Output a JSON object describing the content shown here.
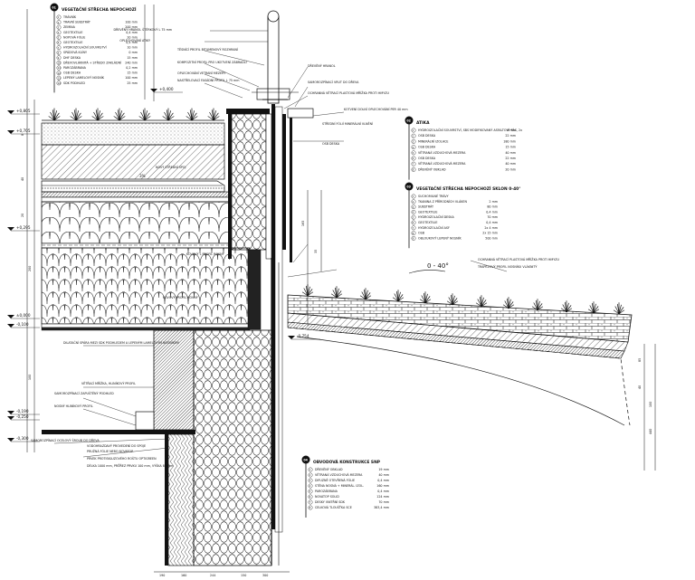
{
  "drawing": {
    "levels": [
      "+0,805",
      "+0,705",
      "+0,295",
      "±0,000",
      "-0,100",
      "-0,190",
      "-0,250",
      "-0,300",
      "-0,754",
      "+0,400"
    ],
    "angle_label": "0 - 40°",
    "slope_label": "3%",
    "panel_roof_flat": {
      "badge": "01",
      "title": "VEGETAČNÍ STŘECHA NEPOCHOZÍ",
      "layers": [
        {
          "name": "TRÁVNÍK",
          "value": ""
        },
        {
          "name": "TRAVNÍ SUBSTRÁT",
          "value": "100 mm"
        },
        {
          "name": "ZEMINA",
          "value": "200 mm"
        },
        {
          "name": "GEOTEXTILIE",
          "value": "0,4 mm"
        },
        {
          "name": "NOPOVÁ FÓLIE",
          "value": "20 mm"
        },
        {
          "name": "GEOTEXTILIE",
          "value": "0,4 mm"
        },
        {
          "name": "HYDROIZOLAČNÍ SOUVRSTVÍ",
          "value": "10 mm"
        },
        {
          "name": "SPÁDOVÁ KLÍNY",
          "value": "0 mm"
        },
        {
          "name": "DHF DESKA",
          "value": "15 mm"
        },
        {
          "name": "DŘEVOVLÁKNITÁ + STŘEDO ZAKLÁDNÍ",
          "value": "240 mm"
        },
        {
          "name": "PAROZÁBRANA",
          "value": "0,2 mm"
        },
        {
          "name": "OSB DESKA",
          "value": "15 mm"
        },
        {
          "name": "LEPENÝ LAMELOVÝ NOSNÍK",
          "value": "100 mm"
        },
        {
          "name": "SDK PODHLED",
          "value": "25 mm"
        }
      ]
    },
    "panel_attic": {
      "badge": "02",
      "title": "ATIKA",
      "layers": [
        {
          "name": "HYDROIZOLAČNÍ SOUVRSTVÍ, SBS MODIFIKOVANÝ ASFALTOVÝ PÁS, 2x",
          "value": "8 mm"
        },
        {
          "name": "OSB DESKA",
          "value": "22 mm"
        },
        {
          "name": "MINERÁLNÍ IZOLACE",
          "value": "180 mm"
        },
        {
          "name": "OSB DESKA",
          "value": "15 mm"
        },
        {
          "name": "VĚTRANÁ VZDUCHOVÁ MEZERA",
          "value": "40 mm"
        },
        {
          "name": "OSB DESKA",
          "value": "22 mm"
        },
        {
          "name": "VĚTRANÁ VZDUCHOVÁ MEZERA",
          "value": "40 mm"
        },
        {
          "name": "DŘEVĚNÝ OBKLAD",
          "value": "20 mm"
        }
      ]
    },
    "panel_roof_slope": {
      "badge": "03",
      "title": "VEGETAČNÍ STŘECHA NEPOCHOZÍ SKLON 0-40°",
      "layers": [
        {
          "name": "SUCHOMILNÉ TRÁVY",
          "value": ""
        },
        {
          "name": "TKANINA Z PŘÍRODNÍCH VLÁKEN",
          "value": "2 mm"
        },
        {
          "name": "SUBSTRÁT",
          "value": "80 mm"
        },
        {
          "name": "GEOTEXTILIE",
          "value": "0,4 mm"
        },
        {
          "name": "HYDROIZOLAČNÍ DESKA",
          "value": "70 mm"
        },
        {
          "name": "GEOTEXTILIE",
          "value": "0,4 mm"
        },
        {
          "name": "HYDROIZOLAČNÍ ASF",
          "value": "2x 4 mm"
        },
        {
          "name": "OSB",
          "value": "2x 15 mm"
        },
        {
          "name": "OBLOUKOVÝ LEPENÝ NOSNÍK",
          "value": "500 mm"
        }
      ]
    },
    "panel_wall": {
      "badge": "04",
      "title": "OBVODOVÁ KONSTRUKCE SNP",
      "layers": [
        {
          "name": "DŘEVĚNÝ OBKLAD",
          "value": "19 mm"
        },
        {
          "name": "VĚTRANÁ VZDUCHOVÁ MEZERA",
          "value": "40 mm"
        },
        {
          "name": "DIFUZNĚ OTEVŘENÁ FÓLIE",
          "value": "0,4 mm"
        },
        {
          "name": "STĚNA NOSNÁ + MINERÁL. IZOL.",
          "value": "160 mm"
        },
        {
          "name": "PAROZÁBRANA",
          "value": "0,4 mm"
        },
        {
          "name": "NOVATOP SOLID",
          "value": "124 mm"
        },
        {
          "name": "DESKY VNITŘNÍ SDK",
          "value": "70 mm"
        },
        {
          "name": "CELKOVÁ TLOUŠŤKA SCE",
          "value": "383,4 mm"
        }
      ]
    },
    "annotations": [
      "DŘEVĚNÝ HRANOL ŠTĚRKOVÝ L 75 mm",
      "OPLECHOVÁNÍ ATIKY",
      "TĚSNÍCÍ PROFIL BITUMENOVÝ ROZHRANÍ",
      "KOMPOZITNÍ PROFIL PRO UKOTVENÍ ZÁBRADLÍ",
      "OPLECHOVÁNÍ VETRANÍ MEZERY",
      "NASTŘELOVACÍ FASÁDNÍ PROFIL L 75 mm",
      "DŘEVĚNÝ HRANOL",
      "SAMOROZPÍNACÍ VRUT DO DŘEVA",
      "OCHRANNÁ VĚTRACÍ PLASTOVÁ MŘÍŽKA PROTI HMYZU",
      "KOTVENÍ DOLNÍ OPLECHOVÁNÍ PER 40 mm",
      "STŘEDNÍ FÓLIÍ MINERÁLNÍ VLNĚNÍ",
      "OSB DESKA",
      "NOVÝ STŘEDNÍ SPOJ",
      "KOVOVÝ L PROFIL ROVNÝ",
      "KOVOVÝ PROFIL ROVNÝ",
      "DILATAČNÍ SPÁRA MEZI SDK PODHLEDEM A LEPENÝM LAMELOVÝM NOSNÍKEM",
      "VĚTŘACÍ MŘÍŽKA, HLINÍKOVÝ PROFIL",
      "SAMOROZPÍNACÍ ZAPUŠTĚNÝ PODHLED",
      "NOSNÝ HLINÍKOVÝ PROFIL",
      "SAMOROZPÍNACÍ OCELOVÝ ŠROUB DO DŘEVA",
      "VODOHRAZDAVÝ PROVEDENÍ DO SPOJE",
      "PRUŽNÁ FÓLIE NEBO NOVATOP",
      "PRVEK PROTISKLUZOVÉHO ROŠTU OPTIGREEN",
      "DÉLKA 1000 mm, PRŮŘEZ PRVKU 100 mm, VÝŠKA 80 mm",
      "OCHRANNÁ VĚTRACÍ PLASTOVÁ MŘÍŽKA PROTI HMYZU",
      "TRAPÉZOVÝ PROFIL NOSNÍKU VLÁKNITÝ"
    ],
    "dimensions": [
      "190",
      "160",
      "244",
      "150",
      "300",
      "8",
      "40",
      "20",
      "200",
      "100",
      "165",
      "35",
      "85",
      "40",
      "100",
      "440"
    ]
  }
}
